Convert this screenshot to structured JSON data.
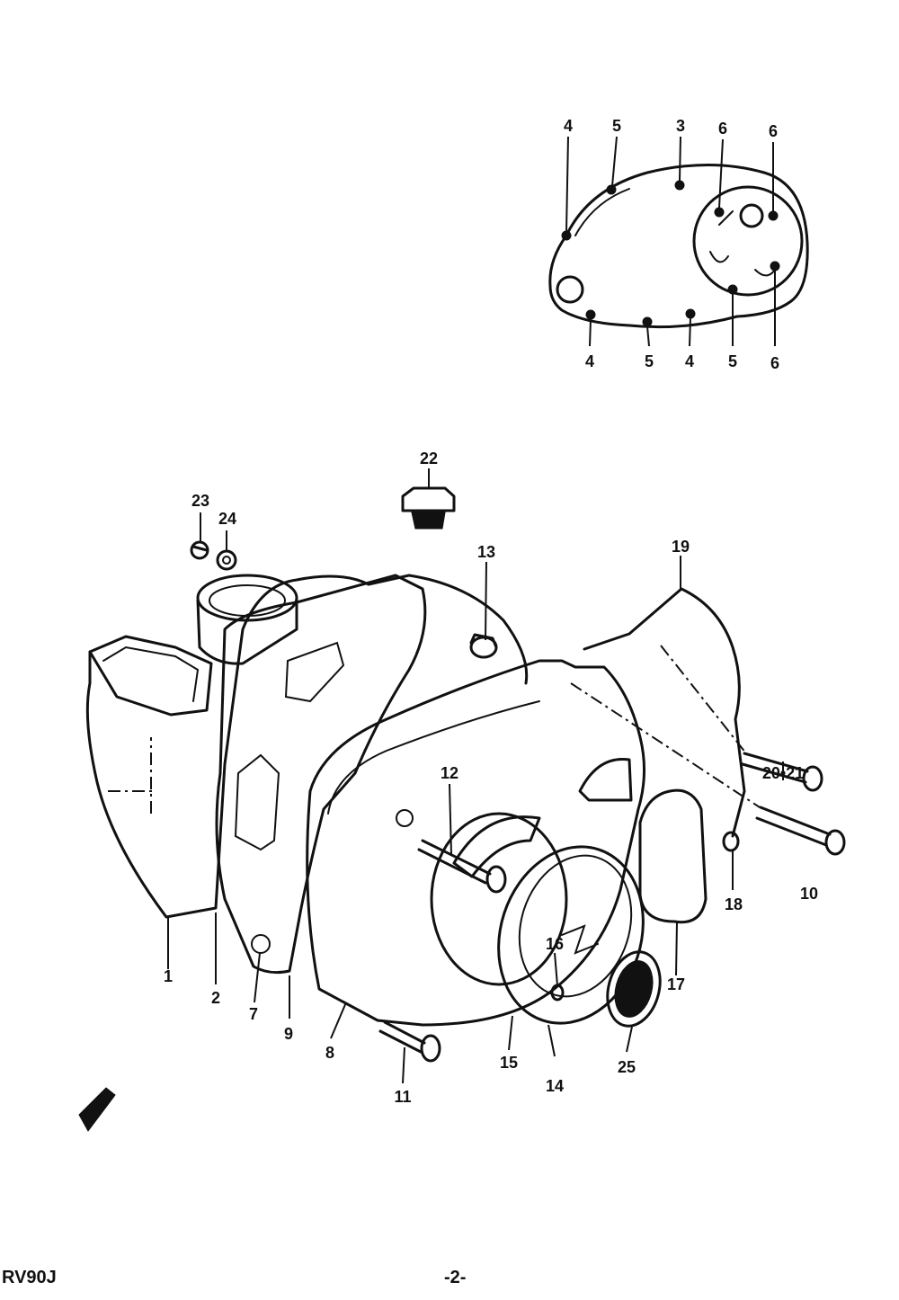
{
  "footer": {
    "model": "RV90J",
    "page": "-2-"
  },
  "inset_callouts": {
    "top": [
      "4",
      "5",
      "3",
      "6",
      "6"
    ],
    "bottom": [
      "4",
      "5",
      "4",
      "5",
      "6"
    ]
  },
  "callouts": [
    "1",
    "2",
    "7",
    "8",
    "9",
    "10",
    "11",
    "12",
    "13",
    "14",
    "15",
    "16",
    "17",
    "18",
    "19",
    "20•21",
    "22",
    "23",
    "24",
    "25"
  ]
}
